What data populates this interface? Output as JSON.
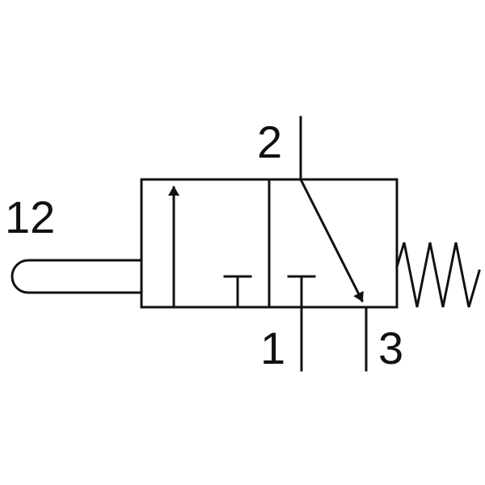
{
  "colors": {
    "line": "#111111",
    "background": "#ffffff"
  },
  "ports": {
    "pilot": "12",
    "outlet": "2",
    "supply": "1",
    "exhaust": "3"
  }
}
